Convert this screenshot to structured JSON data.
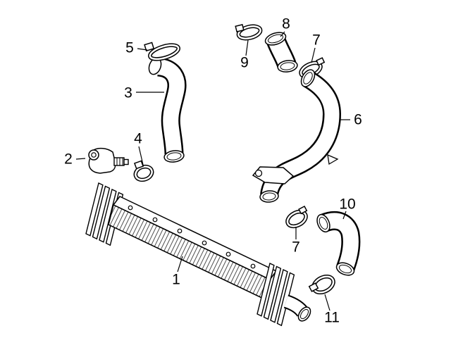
{
  "figure": {
    "background": "#ffffff",
    "line_color": "#000000"
  },
  "callouts": [
    {
      "number": "1"
    },
    {
      "number": "2"
    },
    {
      "number": "3"
    },
    {
      "number": "4"
    },
    {
      "number": "5"
    },
    {
      "number": "6"
    },
    {
      "number": "7"
    },
    {
      "number": "7"
    },
    {
      "number": "8"
    },
    {
      "number": "9"
    },
    {
      "number": "10"
    },
    {
      "number": "11"
    }
  ]
}
